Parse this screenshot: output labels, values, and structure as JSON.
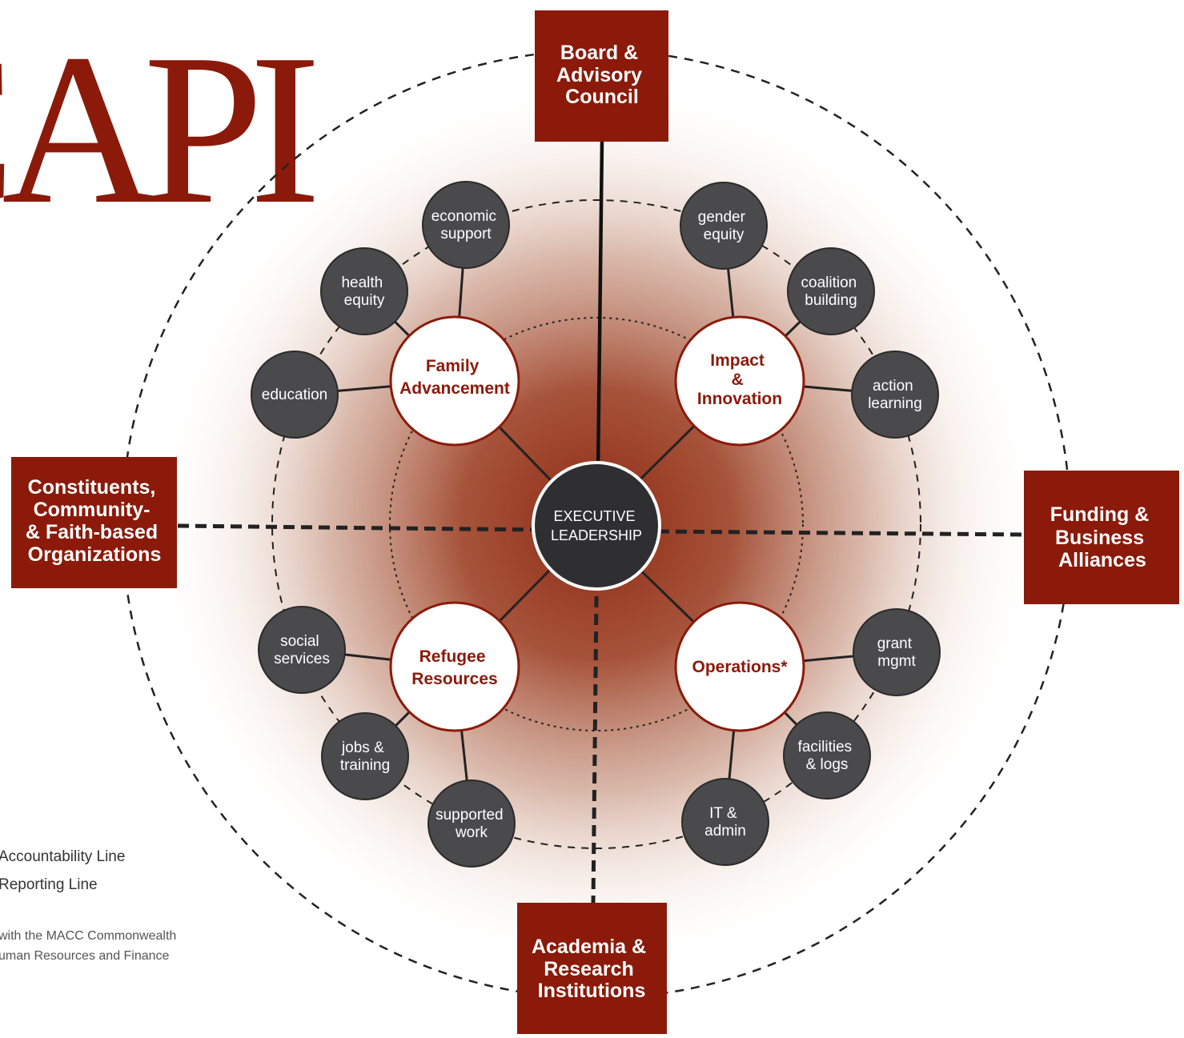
{
  "logo": {
    "text": "CAPI"
  },
  "center": {
    "lines": [
      "EXECUTIVE",
      "LEADERSHIP"
    ]
  },
  "boxes": {
    "top": {
      "lines": [
        "Board &",
        "Advisory",
        "Council"
      ]
    },
    "left": {
      "lines": [
        "Constituents,",
        "Community-",
        "& Faith-based",
        "Organizations"
      ]
    },
    "right": {
      "lines": [
        "Funding &",
        "Business",
        "Alliances"
      ]
    },
    "bottom": {
      "lines": [
        "Academia &",
        "Research",
        "Institutions"
      ]
    }
  },
  "departments": {
    "family": {
      "lines": [
        "Family",
        "Advancement"
      ]
    },
    "impact": {
      "lines": [
        "Impact",
        "&",
        "Innovation"
      ]
    },
    "refugee": {
      "lines": [
        "Refugee",
        "Resources"
      ]
    },
    "operations": {
      "lines": [
        "Operations*"
      ]
    }
  },
  "programs": {
    "economic_support": {
      "lines": [
        "economic",
        "support"
      ]
    },
    "health_equity": {
      "lines": [
        "health",
        "equity"
      ]
    },
    "education": {
      "lines": [
        "education"
      ]
    },
    "gender_equity": {
      "lines": [
        "gender",
        "equity"
      ]
    },
    "coalition_building": {
      "lines": [
        "coalition",
        "building"
      ]
    },
    "action_learning": {
      "lines": [
        "action",
        "learning"
      ]
    },
    "social_services": {
      "lines": [
        "social",
        "services"
      ]
    },
    "jobs_training": {
      "lines": [
        "jobs &",
        "training"
      ]
    },
    "supported_work": {
      "lines": [
        "supported",
        "work"
      ]
    },
    "grant_mgmt": {
      "lines": [
        "grant",
        "mgmt"
      ]
    },
    "facilities_logs": {
      "lines": [
        "facilities",
        "& logs"
      ]
    },
    "it_admin": {
      "lines": [
        "IT &",
        "admin"
      ]
    }
  },
  "legend": {
    "accountability": "Accountability Line",
    "reporting": "Reporting Line"
  },
  "footnote": {
    "line1": "with the MACC Commonwealth",
    "line2": "uman Resources and Finance"
  },
  "colors": {
    "brand": "#8b1a0a",
    "program_circle": "#4a4a4c",
    "center_circle": "#2f2f31",
    "glow": "#8e2a14"
  }
}
